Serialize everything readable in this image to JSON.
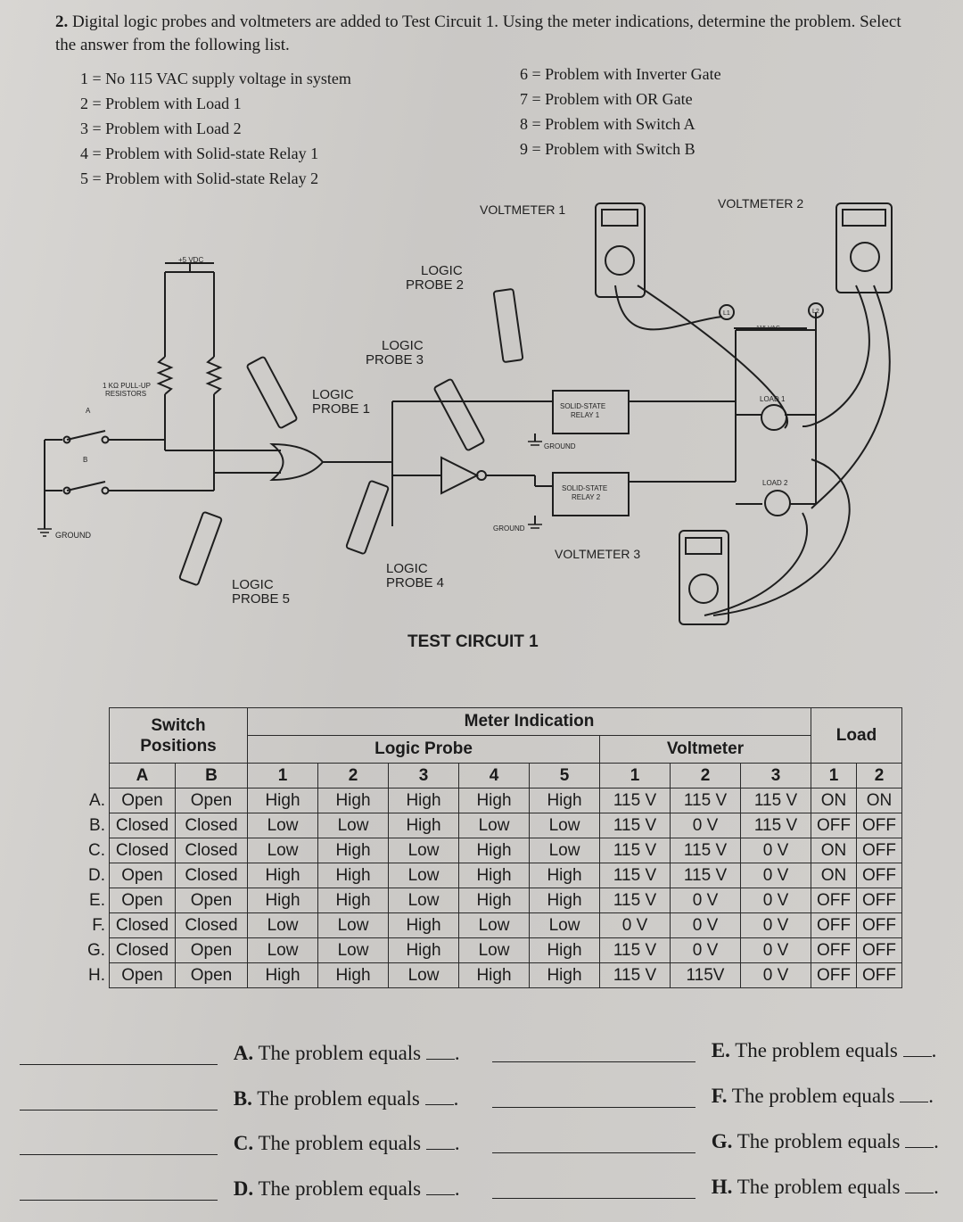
{
  "question": {
    "number": "2.",
    "text": "Digital logic probes and voltmeters are added to Test Circuit 1. Using the meter indications, determine the problem. Select the answer from the following list."
  },
  "options_left": [
    "1 = No 115 VAC supply voltage in system",
    "2 = Problem with Load 1",
    "3 = Problem with Load 2",
    "4 = Problem with Solid-state Relay 1",
    "5 = Problem with Solid-state Relay 2"
  ],
  "options_right": [
    "6 = Problem with Inverter Gate",
    "7 = Problem with OR Gate",
    "8 = Problem with Switch A",
    "9 = Problem with Switch B"
  ],
  "diagram": {
    "title": "TEST CIRCUIT 1",
    "vdc": "+5 VDC",
    "pullup": [
      "1 KΩ PULL-UP",
      "RESISTORS"
    ],
    "switch_a": "A",
    "switch_b": "B",
    "ground": "GROUND",
    "ground_relay": "GROUND",
    "ground_inv": "GROUND",
    "probe1": [
      "LOGIC",
      "PROBE 1"
    ],
    "probe2": [
      "LOGIC",
      "PROBE 2"
    ],
    "probe3": [
      "LOGIC",
      "PROBE 3"
    ],
    "probe4": [
      "LOGIC",
      "PROBE 4"
    ],
    "probe5": [
      "LOGIC",
      "PROBE 5"
    ],
    "relay1": [
      "SOLID-STATE",
      "RELAY 1"
    ],
    "relay2": [
      "SOLID-STATE",
      "RELAY 2"
    ],
    "voltmeter1": "VOLTMETER 1",
    "voltmeter2": "VOLTMETER 2",
    "voltmeter3": "VOLTMETER 3",
    "l1": "L1",
    "l2": "L2",
    "supply": "115 VAC",
    "load1": "LOAD 1",
    "load2": "LOAD 2"
  },
  "table": {
    "switch_positions": [
      "Switch",
      "Positions"
    ],
    "meter_indication": "Meter Indication",
    "load": "Load",
    "logic_probe": "Logic Probe",
    "voltmeter": "Voltmeter",
    "columns": [
      "A",
      "B",
      "1",
      "2",
      "3",
      "4",
      "5",
      "1",
      "2",
      "3",
      "1",
      "2"
    ],
    "rows": [
      {
        "label": "A.",
        "cells": [
          "Open",
          "Open",
          "High",
          "High",
          "High",
          "High",
          "High",
          "115 V",
          "115 V",
          "115 V",
          "ON",
          "ON"
        ]
      },
      {
        "label": "B.",
        "cells": [
          "Closed",
          "Closed",
          "Low",
          "Low",
          "High",
          "Low",
          "Low",
          "115 V",
          "0 V",
          "115 V",
          "OFF",
          "OFF"
        ]
      },
      {
        "label": "C.",
        "cells": [
          "Closed",
          "Closed",
          "Low",
          "High",
          "Low",
          "High",
          "Low",
          "115 V",
          "115 V",
          "0 V",
          "ON",
          "OFF"
        ]
      },
      {
        "label": "D.",
        "cells": [
          "Open",
          "Closed",
          "High",
          "High",
          "Low",
          "High",
          "High",
          "115 V",
          "115 V",
          "0 V",
          "ON",
          "OFF"
        ]
      },
      {
        "label": "E.",
        "cells": [
          "Open",
          "Open",
          "High",
          "High",
          "Low",
          "High",
          "High",
          "115 V",
          "0 V",
          "0 V",
          "OFF",
          "OFF"
        ]
      },
      {
        "label": "F.",
        "cells": [
          "Closed",
          "Closed",
          "Low",
          "Low",
          "High",
          "Low",
          "Low",
          "0 V",
          "0 V",
          "0 V",
          "OFF",
          "OFF"
        ]
      },
      {
        "label": "G.",
        "cells": [
          "Closed",
          "Open",
          "Low",
          "Low",
          "High",
          "Low",
          "High",
          "115 V",
          "0 V",
          "0 V",
          "OFF",
          "OFF"
        ]
      },
      {
        "label": "H.",
        "cells": [
          "Open",
          "Open",
          "High",
          "High",
          "Low",
          "High",
          "High",
          "115 V",
          "115V",
          "0 V",
          "OFF",
          "OFF"
        ]
      }
    ]
  },
  "answers": [
    {
      "letter": "A.",
      "text": "The problem equals"
    },
    {
      "letter": "B.",
      "text": "The problem equals"
    },
    {
      "letter": "C.",
      "text": "The problem equals"
    },
    {
      "letter": "D.",
      "text": "The problem equals"
    },
    {
      "letter": "E.",
      "text": "The problem equals"
    },
    {
      "letter": "F.",
      "text": "The problem equals"
    },
    {
      "letter": "G.",
      "text": "The problem equals"
    },
    {
      "letter": "H.",
      "text": "The problem equals"
    }
  ]
}
